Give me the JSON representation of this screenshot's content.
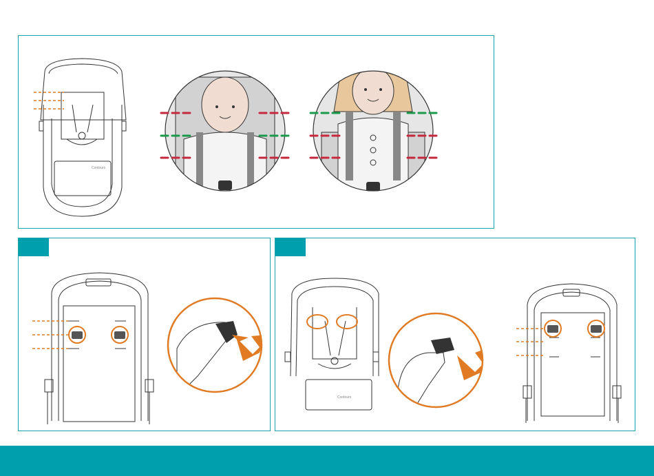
{
  "colors": {
    "teal": "#009fad",
    "border": "#1aa3ac",
    "orange": "#e07b24",
    "red": "#c5283d",
    "green": "#1b9a4b",
    "line": "#333333"
  },
  "brand_label": "Contours",
  "icons": [
    "stroller-seat-icon",
    "baby-harness-fit-icon",
    "toddler-harness-fit-icon",
    "harness-slot-icon",
    "press-release-icon"
  ],
  "slot_status": {
    "infant": [
      "incorrect",
      "correct",
      "incorrect"
    ],
    "toddler": [
      "correct",
      "incorrect",
      "incorrect"
    ]
  },
  "steps": [
    {
      "label": ""
    },
    {
      "label": ""
    }
  ]
}
